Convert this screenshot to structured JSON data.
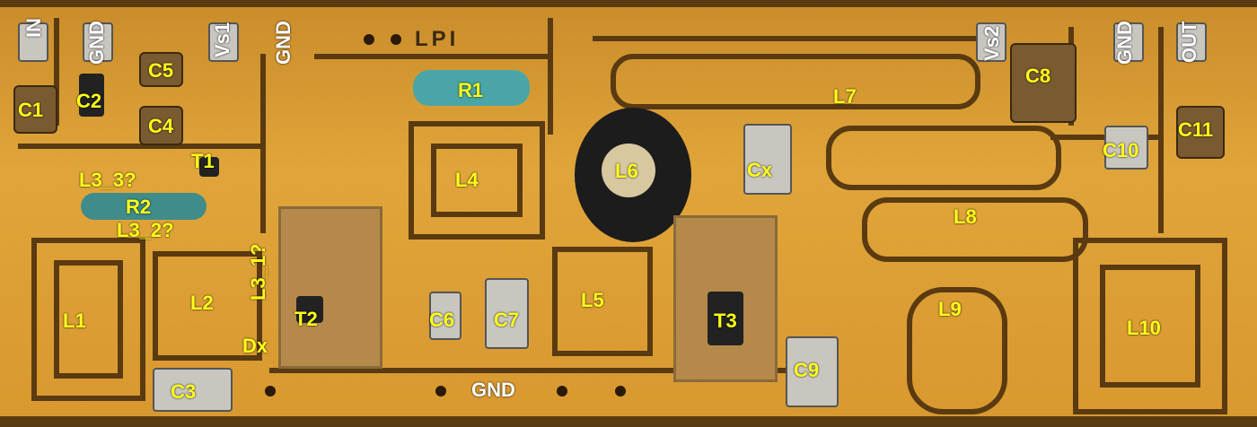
{
  "silkscreen": {
    "logo": "LPI"
  },
  "pins": {
    "in": "IN",
    "gnd1": "GND",
    "vs1": "Vs1",
    "gnd2": "GND",
    "vs2": "Vs2",
    "gnd3": "GND",
    "out": "OUT",
    "gnd_bottom": "GND"
  },
  "labels": {
    "c1": "C1",
    "c2": "C2",
    "c3": "C3",
    "c4": "C4",
    "c5": "C5",
    "c6": "C6",
    "c7": "C7",
    "c8": "C8",
    "c9": "C9",
    "c10": "C10",
    "c11": "C11",
    "cx": "Cx",
    "l1": "L1",
    "l2": "L2",
    "l3_1": "L3_1?",
    "l3_2": "L3_2?",
    "l3_3": "L3_3?",
    "l4": "L4",
    "l5": "L5",
    "l6": "L6",
    "l7": "L7",
    "l8": "L8",
    "l9": "L9",
    "l10": "L10",
    "r1": "R1",
    "r2": "R2",
    "t1": "T1",
    "t2": "T2",
    "t3": "T3",
    "dx": "Dx"
  },
  "colors": {
    "label": "#ffff1a",
    "gold": "#e0a53a",
    "substrate": "#5a3a10"
  }
}
